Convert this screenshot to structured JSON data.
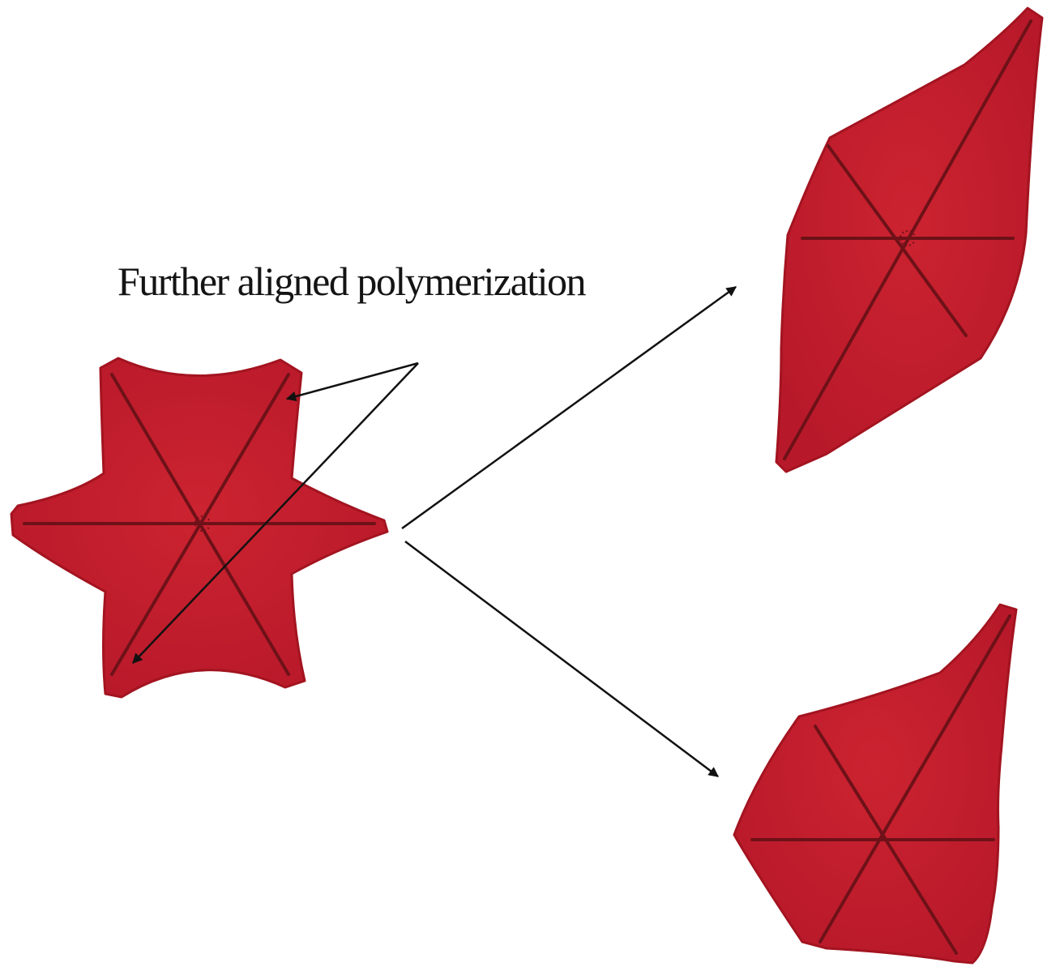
{
  "caption": "Further aligned polymerization",
  "colors": {
    "cell_fill": "#c21d2b",
    "cell_edge": "#a31420",
    "filament": "#6e1118",
    "arrow": "#111111",
    "background": "#ffffff"
  },
  "cells": [
    {
      "name": "initial-star-cell",
      "filament_count": 6
    },
    {
      "name": "elongated-cell-top-right",
      "filament_count": 6
    },
    {
      "name": "teardrop-cell-bottom-right",
      "filament_count": 6
    }
  ],
  "arrows": [
    {
      "name": "polymerization-arrow-upper-tip"
    },
    {
      "name": "polymerization-arrow-lower-tip"
    },
    {
      "name": "transition-arrow-to-elongated"
    },
    {
      "name": "transition-arrow-to-teardrop"
    }
  ]
}
